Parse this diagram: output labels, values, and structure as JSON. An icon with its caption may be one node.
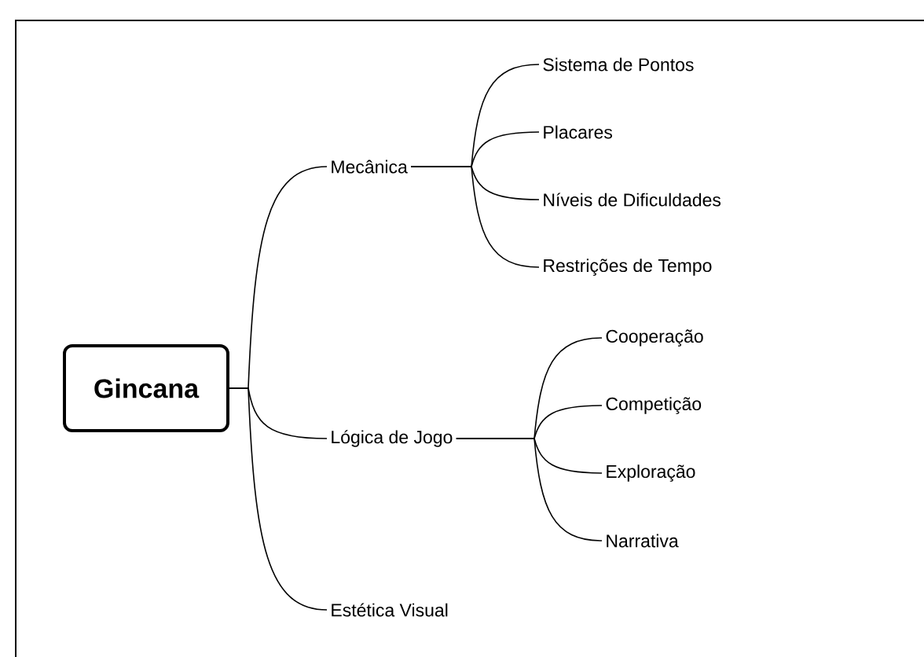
{
  "diagram": {
    "nodes": [
      {
        "text": [
          "Gincana"
        ]
      },
      {
        "text": [
          "Mecânica"
        ]
      },
      {
        "text": [
          "Sistema de Pontos"
        ]
      },
      {
        "text": [
          "Placares"
        ]
      },
      {
        "text": [
          "Níveis de Dificuldades"
        ]
      },
      {
        "text": [
          "Restrições de Tempo"
        ]
      },
      {
        "text": [
          "Lógica de Jogo"
        ]
      },
      {
        "text": [
          "Cooperação"
        ]
      },
      {
        "text": [
          "Competição"
        ]
      },
      {
        "text": [
          "Exploração"
        ]
      },
      {
        "text": [
          "Narrativa"
        ]
      },
      {
        "text": [
          "Estética Visual"
        ]
      }
    ],
    "edges": [
      {
        "from": 0,
        "to": 1,
        "arrow": "none"
      },
      {
        "from": 1,
        "to": 2,
        "arrow": "none"
      },
      {
        "from": 1,
        "to": 3,
        "arrow": "none"
      },
      {
        "from": 1,
        "to": 4,
        "arrow": "none"
      },
      {
        "from": 1,
        "to": 5,
        "arrow": "none"
      },
      {
        "from": 0,
        "to": 6,
        "arrow": "none"
      },
      {
        "from": 6,
        "to": 7,
        "arrow": "none"
      },
      {
        "from": 6,
        "to": 8,
        "arrow": "none"
      },
      {
        "from": 6,
        "to": 9,
        "arrow": "none"
      },
      {
        "from": 6,
        "to": 10,
        "arrow": "none"
      },
      {
        "from": 0,
        "to": 11,
        "arrow": "none"
      }
    ]
  }
}
